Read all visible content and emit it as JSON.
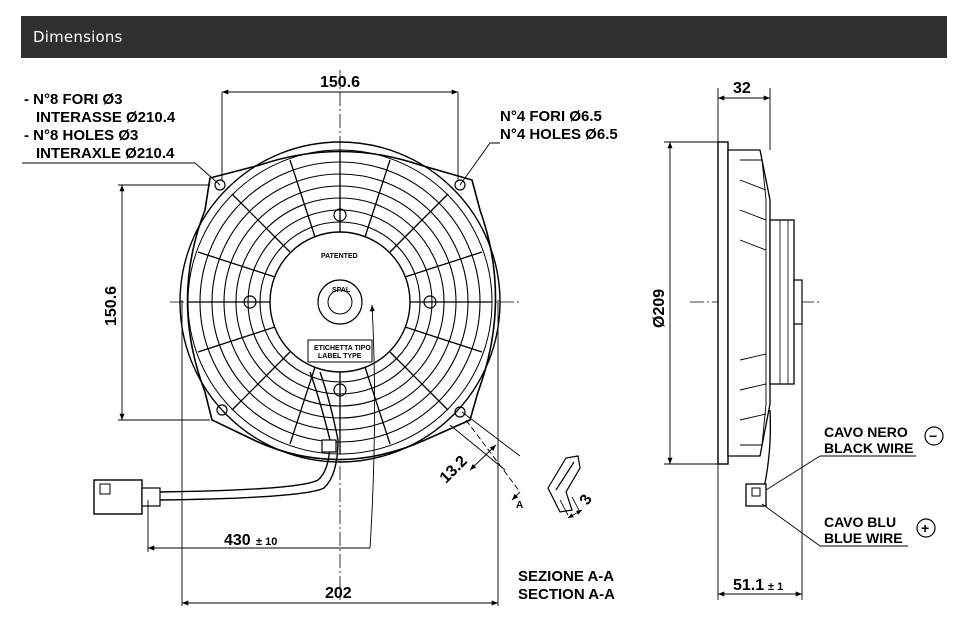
{
  "header": {
    "title": "Dimensions"
  },
  "dimensions": {
    "top_width": "150.6",
    "left_height": "150.6",
    "bottom_width": "202",
    "cable_length": "430",
    "cable_tol": "± 10",
    "mount_offset": "13.2",
    "side_depth": "32",
    "side_diameter": "Ø209",
    "side_overall": "51.1",
    "side_overall_tol": "± 1",
    "section_dim": "3",
    "section_marker": "A"
  },
  "notes": {
    "holes_it_1": "- N°8 FORI Ø3",
    "holes_it_2": "INTERASSE Ø210.4",
    "holes_en_1": "- N°8 HOLES Ø3",
    "holes_en_2": "INTERAXLE Ø210.4",
    "fori4_it": "N°4 FORI Ø6.5",
    "fori4_en": "N°4 HOLES Ø6.5",
    "section_it": "SEZIONE A-A",
    "section_en": "SECTION A-A",
    "black_it": "CAVO NERO",
    "black_en": "BLACK WIRE",
    "blue_it": "CAVO BLU",
    "blue_en": "BLUE WIRE",
    "minus": "−",
    "plus": "+"
  },
  "labels": {
    "patented": "PATENTED",
    "label_type_1": "ETICHETTA TIPO",
    "label_type_2": "LABEL TYPE",
    "spal": "SPAL"
  }
}
